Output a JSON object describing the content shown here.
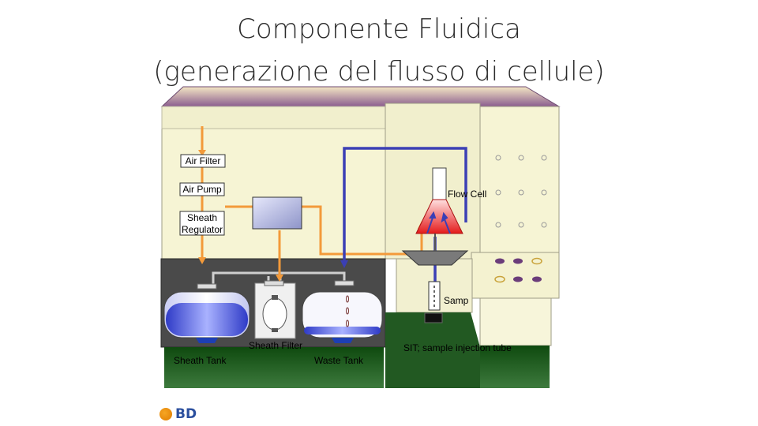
{
  "title": {
    "line1": "Componente Fluidica",
    "line2": "(generazione del flusso di cellule)"
  },
  "labels": {
    "air_filter": "Air Filter",
    "air_pump": "Air Pump",
    "flow_cell": "Flow Cell",
    "sheath_regulator_1": "Sheath",
    "sheath_regulator_2": "Regulator",
    "samp": "Samp",
    "sheath_filter": "Sheath Filter",
    "sit": "SIT; sample injection tube",
    "sheath_tank": "Sheath Tank",
    "waste_tank": "Waste Tank"
  },
  "logo": {
    "text": "BD"
  },
  "colors": {
    "air_line": "#f39a3a",
    "waste_line": "#3b3fb5",
    "sheath_line": "#c8c8c8",
    "top_panel": "#b78ab4",
    "body": "#f5f3d2",
    "cabinet": "#4a4a4a",
    "base": "#1f5a1f"
  }
}
